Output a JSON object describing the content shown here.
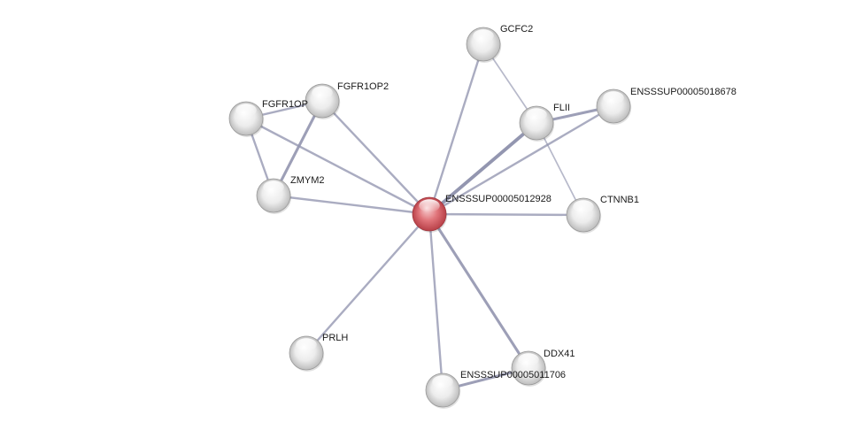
{
  "colors": {
    "query_node": "#d9535a",
    "node": "#e6e6e6",
    "edge": "#9396b0"
  },
  "nodes": [
    {
      "id": "ENSSSUP00005012928",
      "label": "ENSSSUP00005012928",
      "query": true
    },
    {
      "id": "GCFC2",
      "label": "GCFC2"
    },
    {
      "id": "FLII",
      "label": "FLII"
    },
    {
      "id": "ENSSSUP00005018678",
      "label": "ENSSSUP00005018678"
    },
    {
      "id": "FGFR1OP2",
      "label": "FGFR1OP2"
    },
    {
      "id": "FGFR1OP",
      "label": "FGFR1OP"
    },
    {
      "id": "ZMYM2",
      "label": "ZMYM2"
    },
    {
      "id": "CTNNB1",
      "label": "CTNNB1"
    },
    {
      "id": "PRLH",
      "label": "PRLH"
    },
    {
      "id": "DDX41",
      "label": "DDX41"
    },
    {
      "id": "ENSSSUP00005011706",
      "label": "ENSSSUP00005011706"
    }
  ],
  "edges": [
    {
      "source": "ENSSSUP00005012928",
      "target": "GCFC2",
      "weight": 2
    },
    {
      "source": "ENSSSUP00005012928",
      "target": "FLII",
      "weight": 4
    },
    {
      "source": "ENSSSUP00005012928",
      "target": "ENSSSUP00005018678",
      "weight": 2
    },
    {
      "source": "ENSSSUP00005012928",
      "target": "FGFR1OP2",
      "weight": 2
    },
    {
      "source": "ENSSSUP00005012928",
      "target": "FGFR1OP",
      "weight": 2
    },
    {
      "source": "ENSSSUP00005012928",
      "target": "ZMYM2",
      "weight": 2
    },
    {
      "source": "ENSSSUP00005012928",
      "target": "CTNNB1",
      "weight": 2
    },
    {
      "source": "ENSSSUP00005012928",
      "target": "PRLH",
      "weight": 2
    },
    {
      "source": "ENSSSUP00005012928",
      "target": "DDX41",
      "weight": 3
    },
    {
      "source": "ENSSSUP00005012928",
      "target": "ENSSSUP00005011706",
      "weight": 2
    },
    {
      "source": "GCFC2",
      "target": "FLII",
      "weight": 1
    },
    {
      "source": "FLII",
      "target": "ENSSSUP00005018678",
      "weight": 3
    },
    {
      "source": "FLII",
      "target": "CTNNB1",
      "weight": 1
    },
    {
      "source": "FGFR1OP",
      "target": "FGFR1OP2",
      "weight": 2
    },
    {
      "source": "FGFR1OP",
      "target": "ZMYM2",
      "weight": 2
    },
    {
      "source": "FGFR1OP2",
      "target": "ZMYM2",
      "weight": 3
    },
    {
      "source": "ENSSSUP00005011706",
      "target": "DDX41",
      "weight": 3
    }
  ]
}
